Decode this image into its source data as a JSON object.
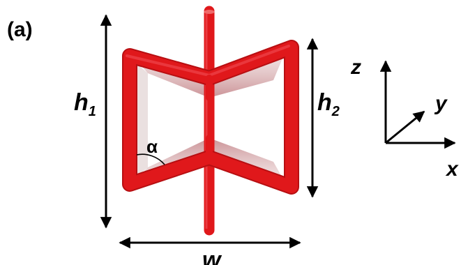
{
  "panel_label": "(a)",
  "dimensions": {
    "h1": {
      "main": "h",
      "sub": "1"
    },
    "h2": {
      "main": "h",
      "sub": "2"
    },
    "w": "w",
    "alpha": "α"
  },
  "axes": {
    "x": "x",
    "y": "y",
    "z": "z"
  },
  "colors": {
    "tube": "#e0181b",
    "tube_dark": "#b70f12",
    "tube_light": "#f2525a",
    "shade": "#c99a9a",
    "ink": "#000000"
  }
}
